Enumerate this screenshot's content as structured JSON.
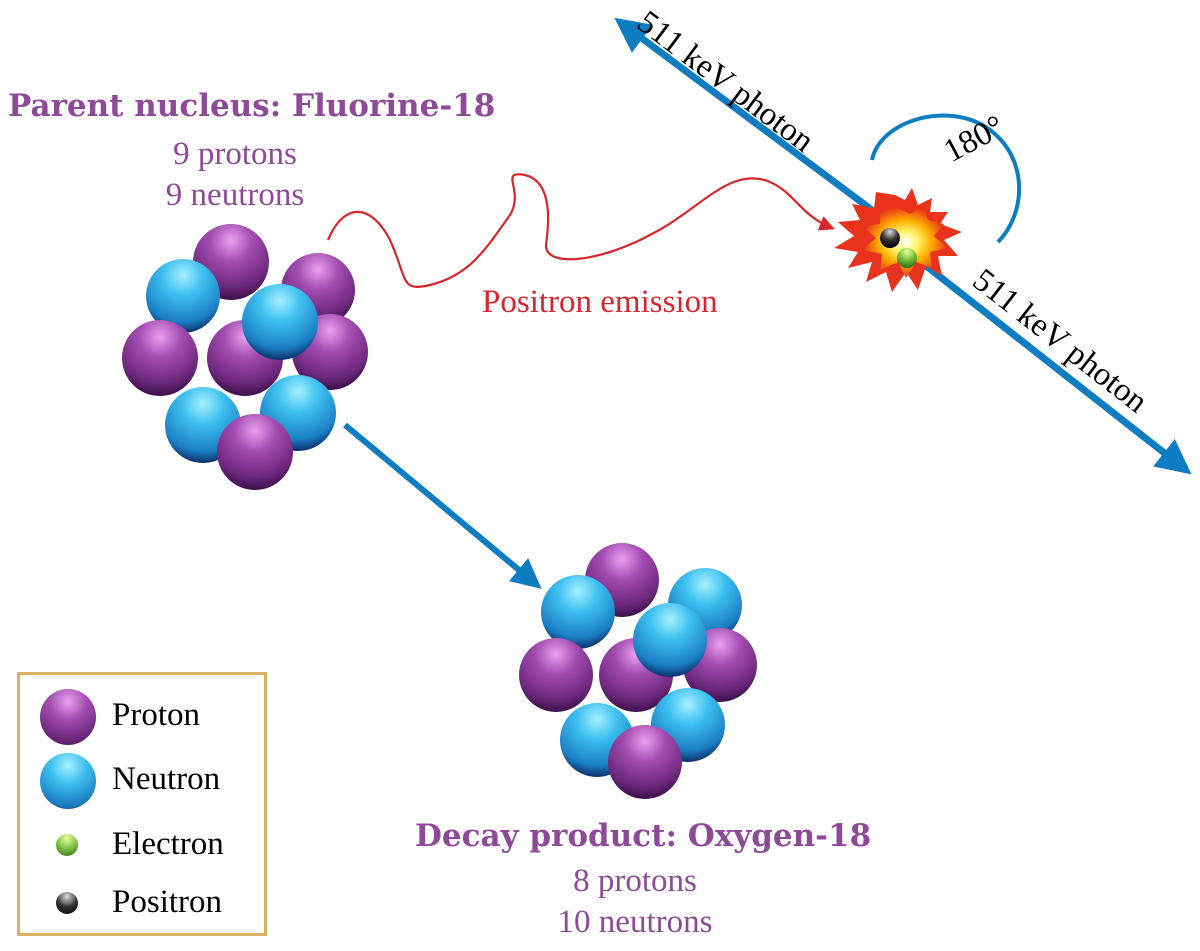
{
  "parent": {
    "title": "Parent nucleus: Fluorine-18",
    "protons": "9 protons",
    "neutrons": "9 neutrons"
  },
  "product": {
    "title": "Decay product: Oxygen-18",
    "protons": "8 protons",
    "neutrons": "10 neutrons"
  },
  "emission_label": "Positron emission",
  "photon_top_label": "511 keV photon",
  "photon_bottom_label": "511 keV photon",
  "angle_label": "180°",
  "legend": {
    "items": [
      {
        "label": "Proton",
        "icon": "proton-sphere",
        "color": "#7b2f8e"
      },
      {
        "label": "Neutron",
        "icon": "neutron-sphere",
        "color": "#2aa0dc"
      },
      {
        "label": "Electron",
        "icon": "electron-sphere",
        "color": "#7cc142"
      },
      {
        "label": "Positron",
        "icon": "positron-sphere",
        "color": "#222222"
      }
    ]
  },
  "colors": {
    "text_purple": "#8e4a99",
    "emission_red": "#d7262c",
    "arrow_blue": "#0e7cc1",
    "legend_border": "#d9b060"
  }
}
